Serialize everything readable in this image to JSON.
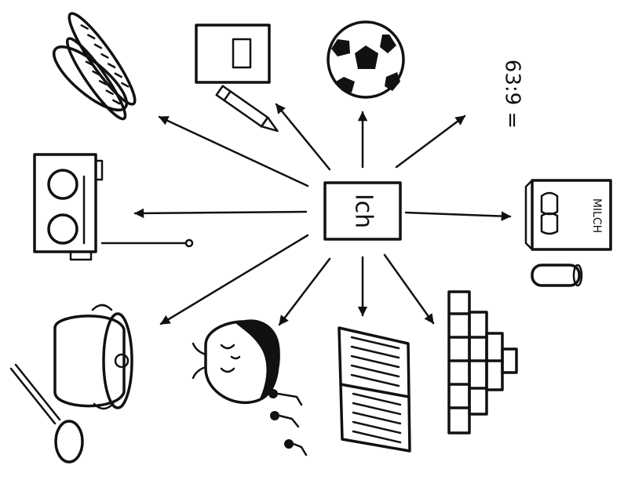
{
  "center_label": "Ich",
  "math_text": "63:9 =",
  "milk_label": "MILCH",
  "icons": [
    {
      "name": "bread-icon"
    },
    {
      "name": "picture-and-pencil-icon"
    },
    {
      "name": "football-icon"
    },
    {
      "name": "math-task-icon"
    },
    {
      "name": "milk-and-cup-icon"
    },
    {
      "name": "blocks-tower-icon"
    },
    {
      "name": "book-icon"
    },
    {
      "name": "singing-boy-icon"
    },
    {
      "name": "pot-and-spoon-icon"
    },
    {
      "name": "radio-icon"
    }
  ]
}
